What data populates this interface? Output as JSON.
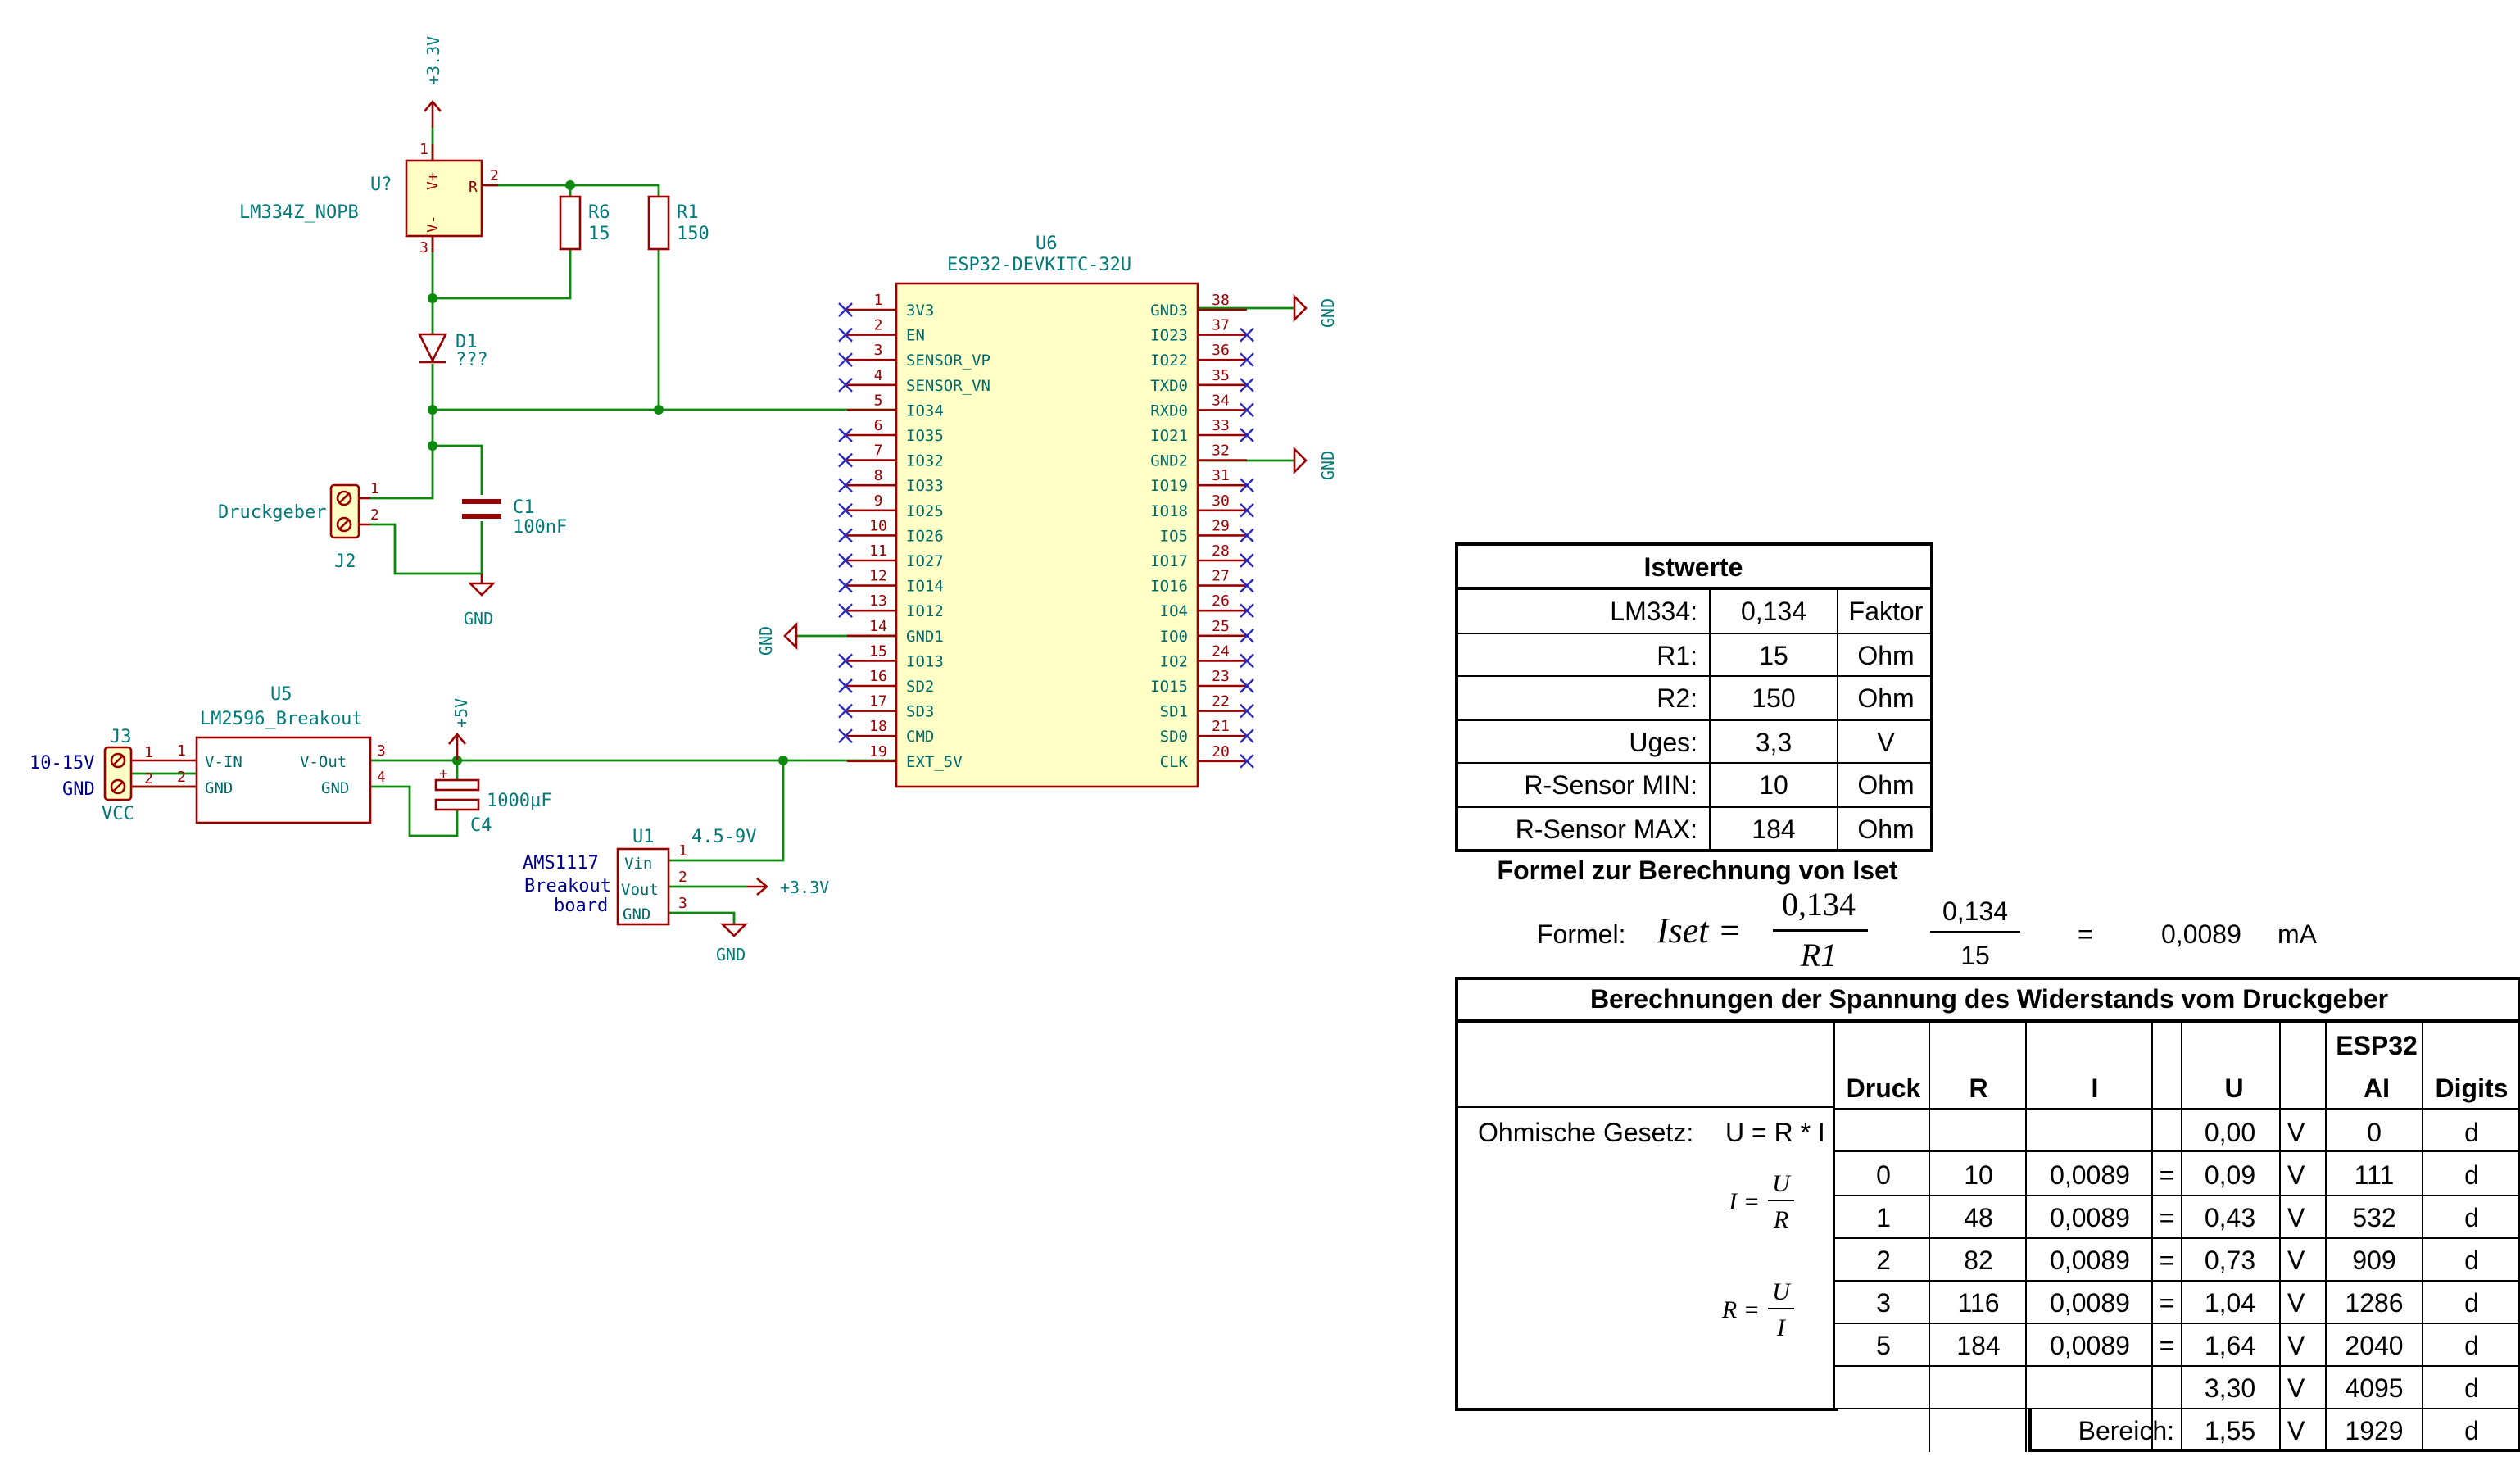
{
  "schematic": {
    "lm334": {
      "ref": "U?",
      "value": "LM334Z_NOPB",
      "pins": [
        "1",
        "2",
        "3"
      ],
      "pin_names": [
        "V+",
        "R",
        "V-"
      ]
    },
    "r6": {
      "ref": "R6",
      "value": "15"
    },
    "r1": {
      "ref": "R1",
      "value": "150"
    },
    "d1": {
      "ref": "D1",
      "value": "???"
    },
    "c1": {
      "ref": "C1",
      "value": "100nF"
    },
    "j2": {
      "ref": "J2",
      "label": "Druckgeber",
      "pins": [
        "1",
        "2"
      ]
    },
    "u5": {
      "ref": "U5",
      "value": "LM2596_Breakout",
      "pins_left": [
        "V-IN",
        "GND"
      ],
      "pins_right": [
        "V-Out",
        "GND"
      ],
      "nums": [
        "1",
        "2",
        "3",
        "4"
      ]
    },
    "j3": {
      "ref": "J3",
      "label_in": "10-15V",
      "label_gnd": "GND",
      "label_vcc": "VCC",
      "pins": [
        "1",
        "2"
      ]
    },
    "c4": {
      "ref": "C4",
      "value": "1000µF",
      "plus": "+"
    },
    "u1": {
      "ref": "U1",
      "range": "4.5-9V",
      "name_lines": [
        "AMS1117",
        "Breakout",
        "board"
      ],
      "pins": [
        "Vin",
        "Vout",
        "GND"
      ],
      "nums": [
        "1",
        "2",
        "3"
      ]
    },
    "u6": {
      "ref": "U6",
      "value": "ESP32-DEVKITC-32U",
      "left_pins": [
        [
          "1",
          "3V3"
        ],
        [
          "2",
          "EN"
        ],
        [
          "3",
          "SENSOR_VP"
        ],
        [
          "4",
          "SENSOR_VN"
        ],
        [
          "5",
          "IO34"
        ],
        [
          "6",
          "IO35"
        ],
        [
          "7",
          "IO32"
        ],
        [
          "8",
          "IO33"
        ],
        [
          "9",
          "IO25"
        ],
        [
          "10",
          "IO26"
        ],
        [
          "11",
          "IO27"
        ],
        [
          "12",
          "IO14"
        ],
        [
          "13",
          "IO12"
        ],
        [
          "14",
          "GND1"
        ],
        [
          "15",
          "IO13"
        ],
        [
          "16",
          "SD2"
        ],
        [
          "17",
          "SD3"
        ],
        [
          "18",
          "CMD"
        ],
        [
          "19",
          "EXT_5V"
        ]
      ],
      "right_pins": [
        [
          "38",
          "GND3"
        ],
        [
          "37",
          "IO23"
        ],
        [
          "36",
          "IO22"
        ],
        [
          "35",
          "TXD0"
        ],
        [
          "34",
          "RXD0"
        ],
        [
          "33",
          "IO21"
        ],
        [
          "32",
          "GND2"
        ],
        [
          "31",
          "IO19"
        ],
        [
          "30",
          "IO18"
        ],
        [
          "29",
          "IO5"
        ],
        [
          "28",
          "IO17"
        ],
        [
          "27",
          "IO16"
        ],
        [
          "26",
          "IO4"
        ],
        [
          "25",
          "IO0"
        ],
        [
          "24",
          "IO2"
        ],
        [
          "23",
          "IO15"
        ],
        [
          "22",
          "SD1"
        ],
        [
          "21",
          "SD0"
        ],
        [
          "20",
          "CLK"
        ]
      ]
    },
    "power": {
      "v33_top": "+3.3V",
      "v5": "+5V",
      "v33_u1": "+3.3V",
      "gnd": "GND"
    }
  },
  "table": {
    "istwerte_title": "Istwerte",
    "ist_rows": [
      {
        "label": "LM334:",
        "value": "0,134",
        "unit": "Faktor"
      },
      {
        "label": "R1:",
        "value": "15",
        "unit": "Ohm"
      },
      {
        "label": "R2:",
        "value": "150",
        "unit": "Ohm"
      },
      {
        "label": "Uges:",
        "value": "3,3",
        "unit": "V"
      },
      {
        "label": "R-Sensor MIN:",
        "value": "10",
        "unit": "Ohm"
      },
      {
        "label": "R-Sensor MAX:",
        "value": "184",
        "unit": "Ohm"
      }
    ],
    "formula_title": "Formel zur Berechnung von Iset",
    "formula": {
      "prefix": "Formel:",
      "iset": "Iset =",
      "num": "0,134",
      "den": "R1",
      "num2": "0,134",
      "den2": "15",
      "eq": "=",
      "result": "0,0089",
      "unit": "mA"
    },
    "calc_title": "Berechnungen der Spannung des Widerstands vom Druckgeber",
    "headers": {
      "druck": "Druck",
      "r": "R",
      "i": "I",
      "u": "U",
      "esp_1": "ESP32",
      "esp_2": "AI",
      "digits": "Digits"
    },
    "ohm_label": "Ohmische Gesetz:",
    "ohm_formula": "U = R * I",
    "i_formula": {
      "lhs": "I =",
      "num": "U",
      "den": "R"
    },
    "r_formula": {
      "lhs": "R =",
      "num": "U",
      "den": "I"
    },
    "zero_row": {
      "u": "0,00",
      "v": "V",
      "ai": "0",
      "d": "d"
    },
    "rows": [
      {
        "druck": "0",
        "r": "10",
        "i": "0,0089",
        "eq": "=",
        "u": "0,09",
        "v": "V",
        "ai": "111",
        "d": "d"
      },
      {
        "druck": "1",
        "r": "48",
        "i": "0,0089",
        "eq": "=",
        "u": "0,43",
        "v": "V",
        "ai": "532",
        "d": "d"
      },
      {
        "druck": "2",
        "r": "82",
        "i": "0,0089",
        "eq": "=",
        "u": "0,73",
        "v": "V",
        "ai": "909",
        "d": "d"
      },
      {
        "druck": "3",
        "r": "116",
        "i": "0,0089",
        "eq": "=",
        "u": "1,04",
        "v": "V",
        "ai": "1286",
        "d": "d"
      },
      {
        "druck": "5",
        "r": "184",
        "i": "0,0089",
        "eq": "=",
        "u": "1,64",
        "v": "V",
        "ai": "2040",
        "d": "d"
      }
    ],
    "max_row": {
      "u": "3,30",
      "v": "V",
      "ai": "4095",
      "d": "d"
    },
    "bereich": {
      "label": "Bereich:",
      "u": "1,55",
      "v": "V",
      "ai": "1929",
      "d": "d"
    }
  }
}
